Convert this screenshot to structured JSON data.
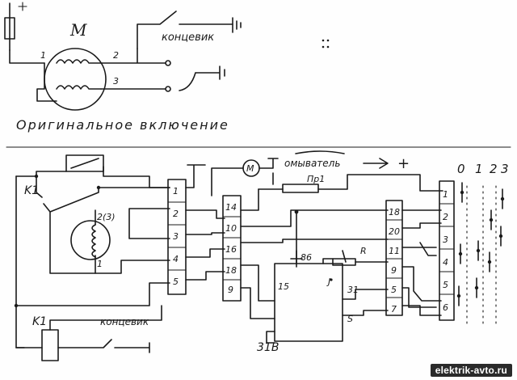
{
  "top": {
    "motor_label": "M",
    "limit_switch_label": "концевик",
    "terminal_1": "1",
    "terminal_2": "2",
    "terminal_3": "3",
    "caption": "Оригинальное включение"
  },
  "bottom": {
    "relay_k1_top": "K1",
    "relay_k1_bottom": "K1",
    "limit_switch_label": "концевик",
    "coil_top_label": "2(3)",
    "coil_bottom_label": "1",
    "washer_label": "омыватель",
    "fuse_label": "Пр1",
    "plus_sign": "+",
    "meter_label": "M",
    "ground_label": "31B",
    "resistor_label": "R",
    "pin_86": "86",
    "pin_15": "15",
    "pin_31": "31",
    "pin_J": "J",
    "pin_S": "S",
    "connector_a": [
      "1",
      "2",
      "3",
      "4",
      "5"
    ],
    "connector_b": [
      "14",
      "10",
      "16",
      "18",
      "9"
    ],
    "connector_c": [
      "18",
      "20",
      "11",
      "9",
      "5",
      "7"
    ],
    "switch_header": [
      "0",
      "1",
      "2",
      "3"
    ],
    "switch_pins": [
      "1",
      "2",
      "3",
      "4",
      "5",
      "6"
    ]
  },
  "watermark": "elektrik-avto.ru"
}
